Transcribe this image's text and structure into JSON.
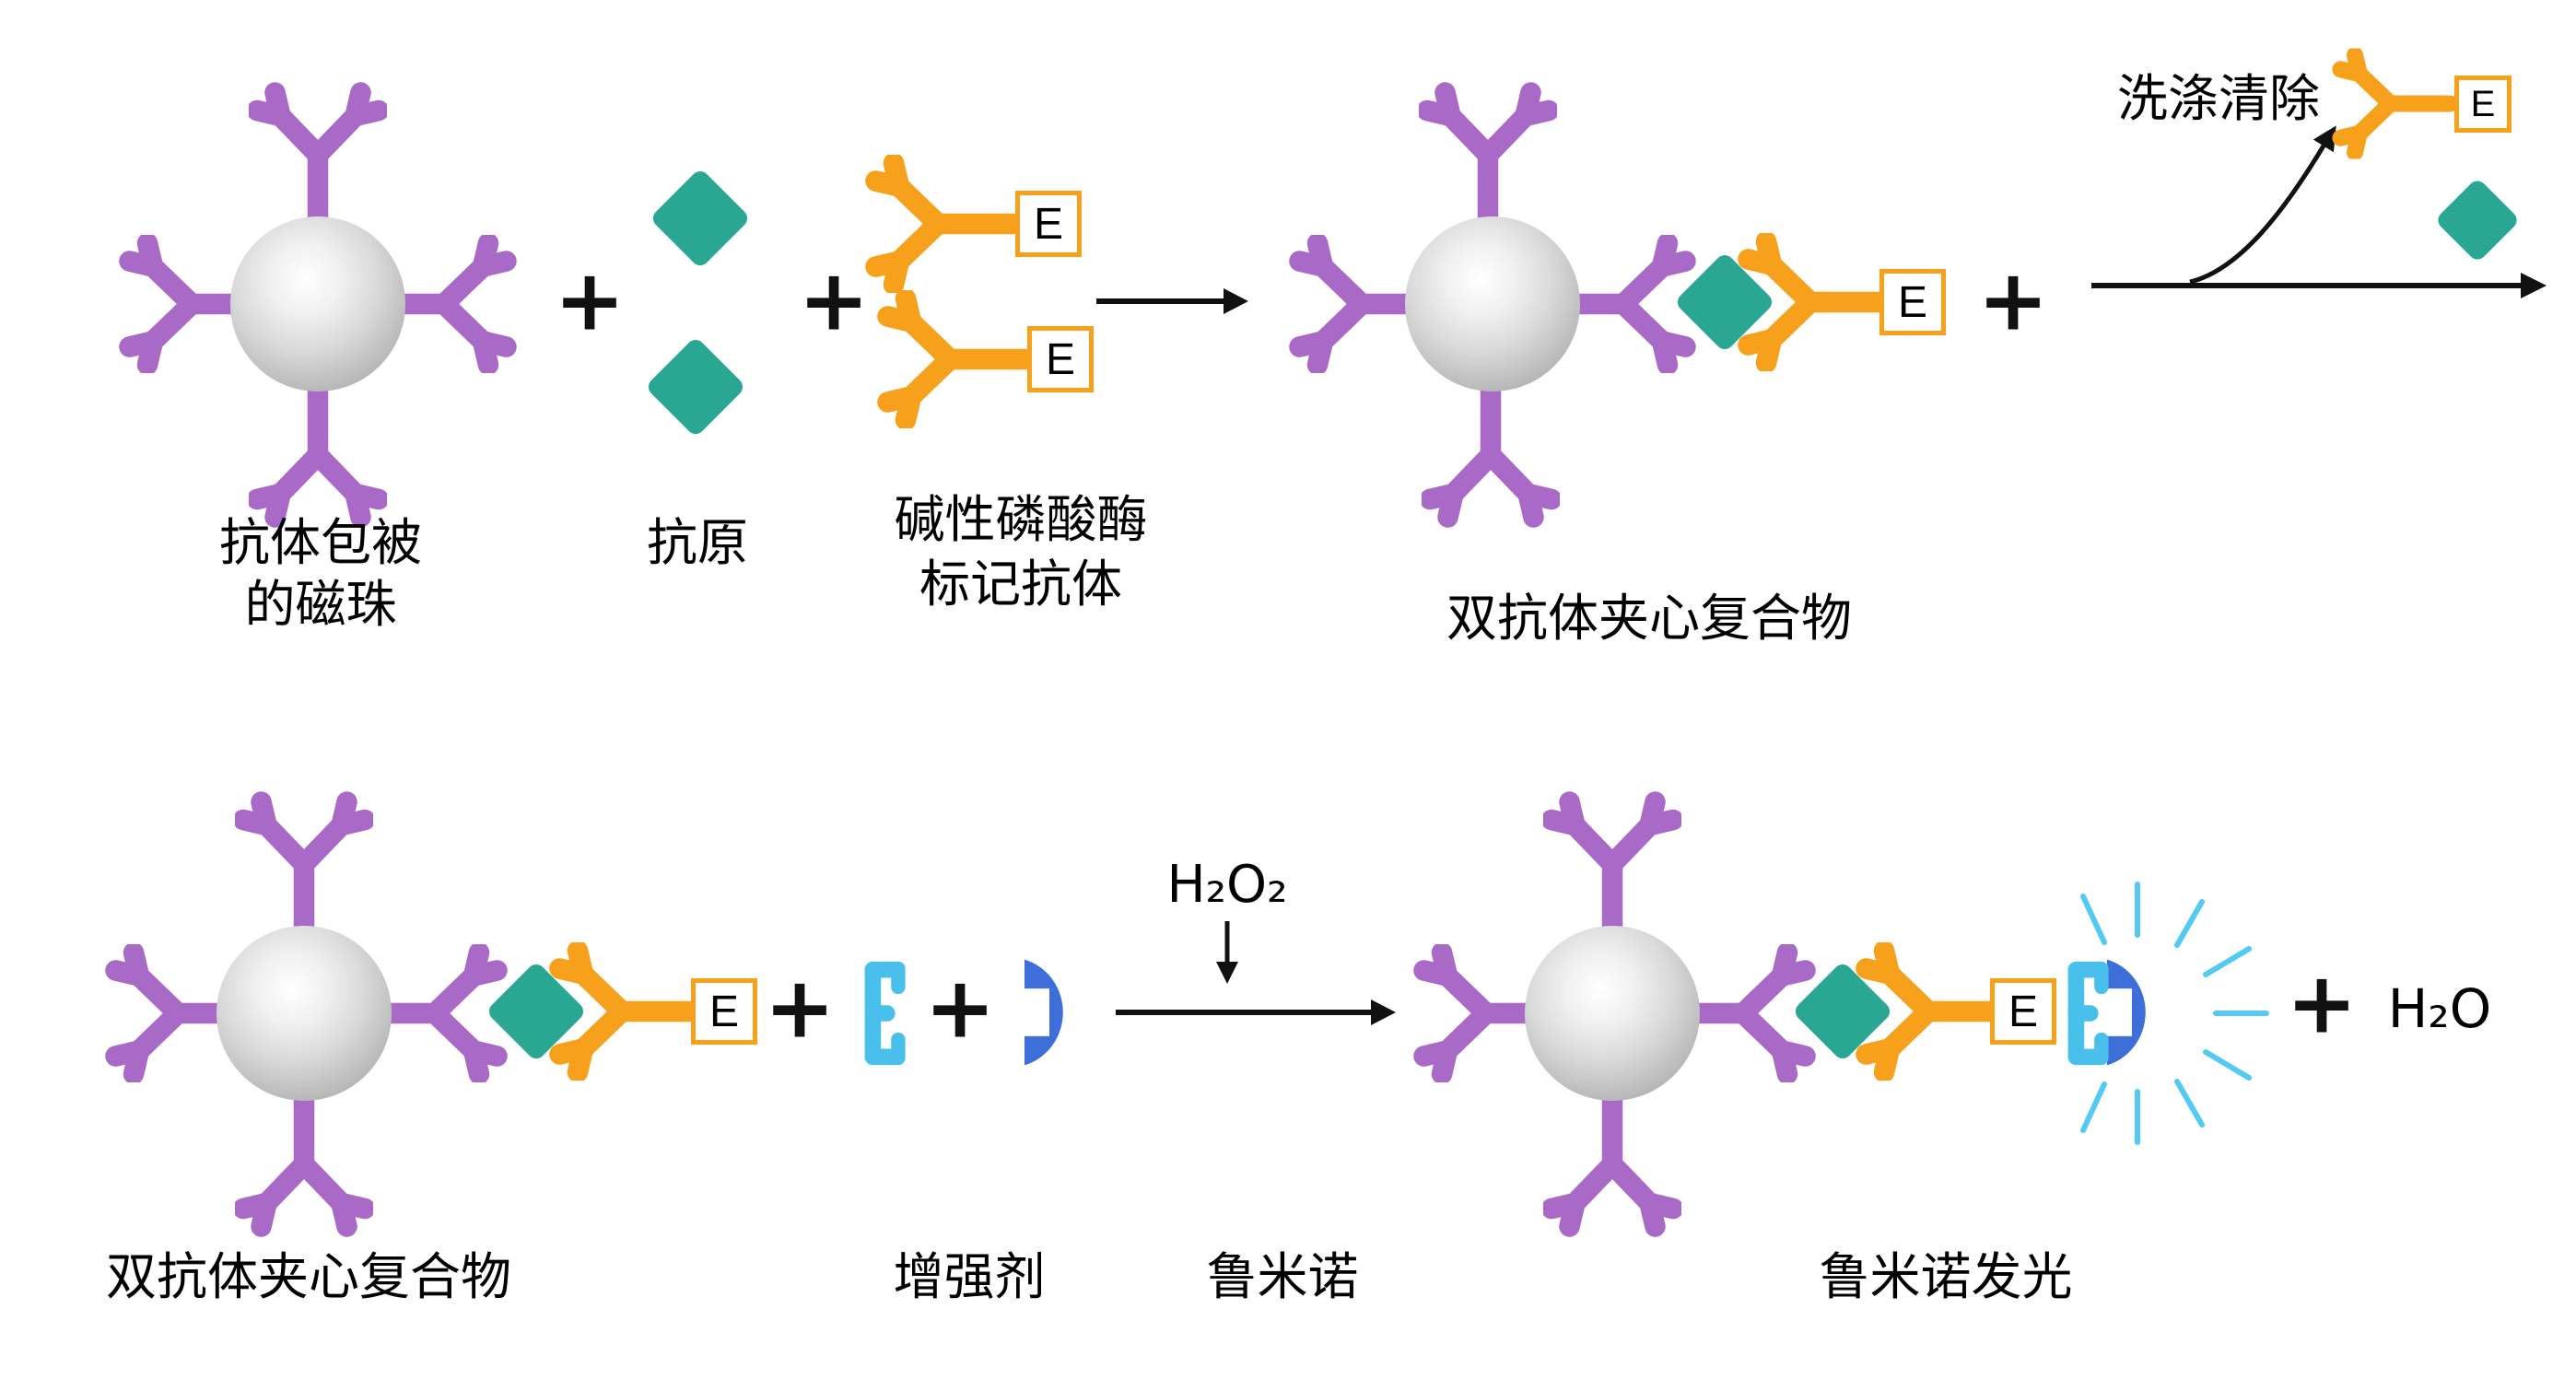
{
  "labels": {
    "bead_line1": "抗体包被",
    "bead_line2": "的磁珠",
    "antigen": "抗原",
    "enzyme_line1": "碱性磷酸酶",
    "enzyme_line2": "标记抗体",
    "sandwich": "双抗体夹心复合物",
    "wash": "洗涤清除",
    "enhancer": "增强剂",
    "luminol": "鲁米诺",
    "glow": "鲁米诺发光",
    "h2o2": "H₂O₂",
    "h2o": "H₂O"
  },
  "symbols": {
    "plus": "+",
    "enzyme": "E"
  },
  "colors": {
    "antibody_purple": "#A969C7",
    "antigen_teal": "#29A793",
    "enzyme_orange": "#F6A01B",
    "enhancer_blue": "#49BFEB",
    "luminol_blue": "#3E6FD9",
    "ray_blue": "#54C9F2",
    "arrow_black": "#111111"
  }
}
